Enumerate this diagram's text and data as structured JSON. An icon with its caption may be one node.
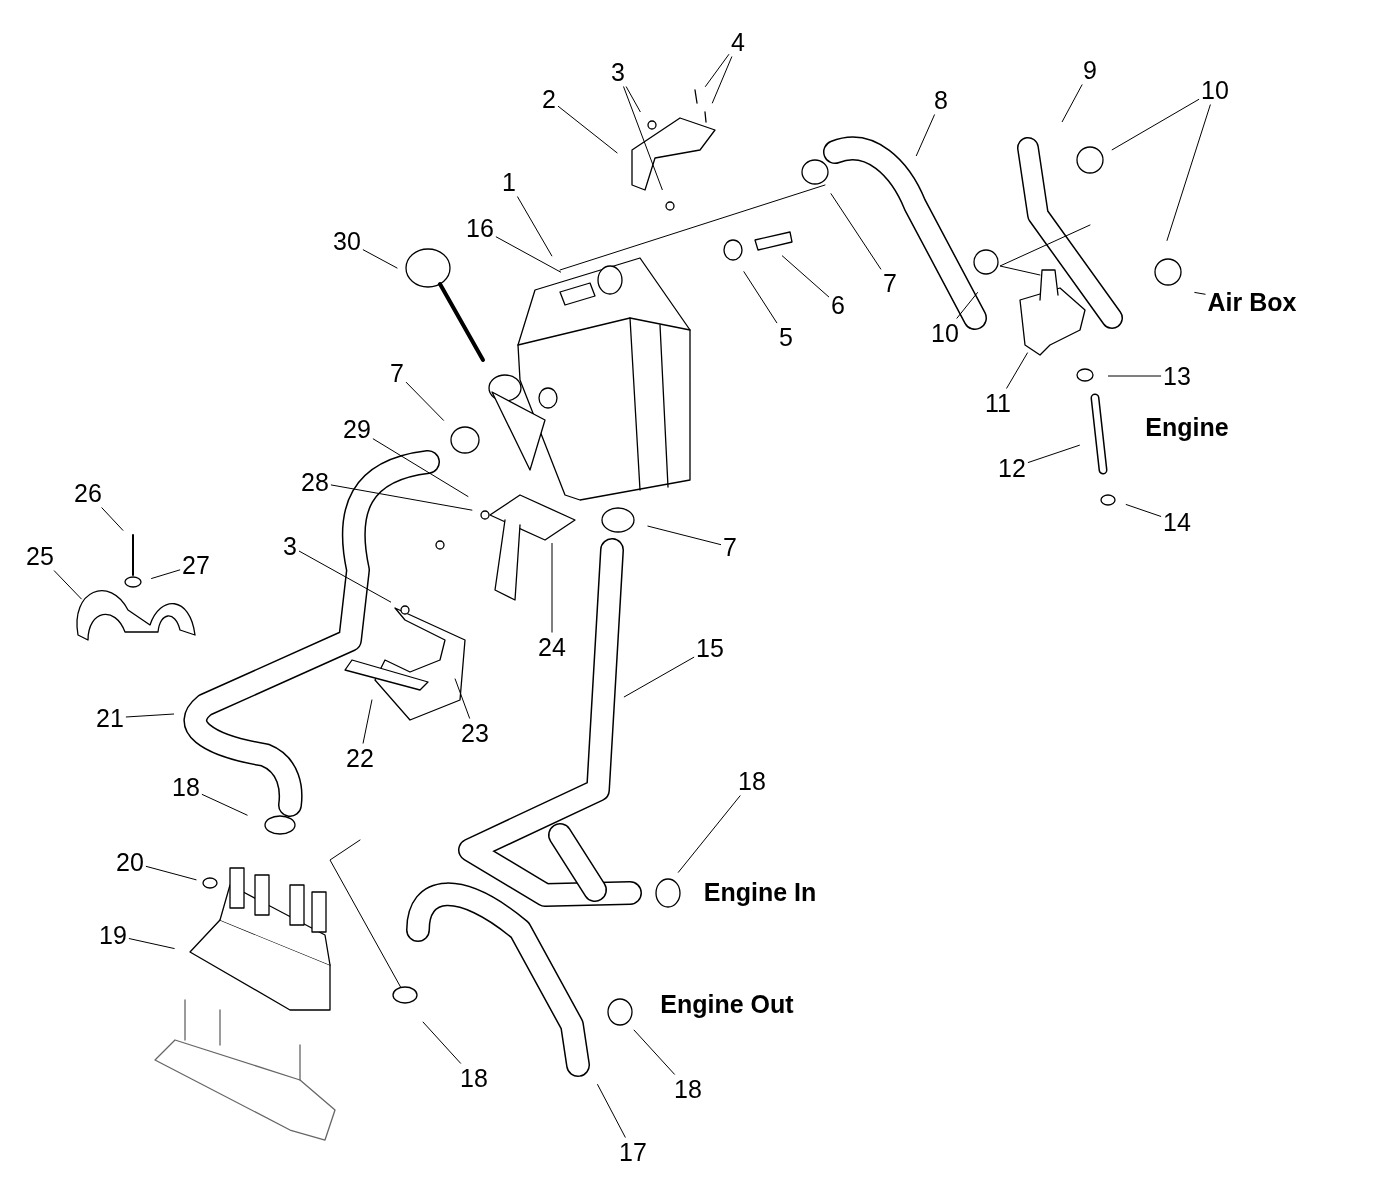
{
  "diagram": {
    "nodes": [
      {
        "text": [
          "4"
        ]
      },
      {
        "text": [
          "3"
        ]
      },
      {
        "text": [
          "2"
        ]
      },
      {
        "text": [
          "8"
        ]
      },
      {
        "text": [
          "9"
        ]
      },
      {
        "text": [
          "10"
        ]
      },
      {
        "text": [
          "1"
        ]
      },
      {
        "text": [
          "16"
        ]
      },
      {
        "text": [
          "30"
        ]
      },
      {
        "text": [
          "7"
        ]
      },
      {
        "text": [
          "6"
        ]
      },
      {
        "text": [
          "5"
        ]
      },
      {
        "text": [
          "10"
        ]
      },
      {
        "text": [
          "Air Box"
        ]
      },
      {
        "text": [
          "11"
        ]
      },
      {
        "text": [
          "13"
        ]
      },
      {
        "text": [
          "7"
        ]
      },
      {
        "text": [
          "29"
        ]
      },
      {
        "text": [
          "28"
        ]
      },
      {
        "text": [
          "12"
        ]
      },
      {
        "text": [
          "14"
        ]
      },
      {
        "text": [
          "7"
        ]
      },
      {
        "text": [
          "26"
        ]
      },
      {
        "text": [
          "27"
        ]
      },
      {
        "text": [
          "25"
        ]
      },
      {
        "text": [
          "3"
        ]
      },
      {
        "text": [
          "24"
        ]
      },
      {
        "text": [
          "15"
        ]
      },
      {
        "text": [
          "21"
        ]
      },
      {
        "text": [
          "22"
        ]
      },
      {
        "text": [
          "23"
        ]
      },
      {
        "text": [
          "18"
        ]
      },
      {
        "text": [
          "18"
        ]
      },
      {
        "text": [
          "20"
        ]
      },
      {
        "text": [
          "19"
        ]
      },
      {
        "text": [
          "18"
        ]
      },
      {
        "text": [
          "18"
        ]
      },
      {
        "text": [
          "17"
        ]
      }
    ],
    "edges": [
      {
        "from": 0,
        "to": null,
        "arrow": "none"
      },
      {
        "from": 0,
        "to": null,
        "arrow": "none"
      },
      {
        "from": 1,
        "to": null,
        "arrow": "none"
      },
      {
        "from": 1,
        "to": null,
        "arrow": "none"
      },
      {
        "from": 2,
        "to": null,
        "arrow": "none"
      },
      {
        "from": 3,
        "to": null,
        "arrow": "none"
      },
      {
        "from": 4,
        "to": null,
        "arrow": "none"
      },
      {
        "from": 5,
        "to": null,
        "arrow": "none"
      },
      {
        "from": 5,
        "to": null,
        "arrow": "none"
      },
      {
        "from": 6,
        "to": null,
        "arrow": "none"
      },
      {
        "from": 7,
        "to": null,
        "arrow": "none"
      },
      {
        "from": 8,
        "to": null,
        "arrow": "none"
      },
      {
        "from": 9,
        "to": null,
        "arrow": "none"
      },
      {
        "from": 10,
        "to": null,
        "arrow": "none"
      },
      {
        "from": 11,
        "to": null,
        "arrow": "none"
      },
      {
        "from": 12,
        "to": null,
        "arrow": "none"
      },
      {
        "from": 13,
        "to": null,
        "arrow": "none"
      },
      {
        "from": 14,
        "to": null,
        "arrow": "none"
      },
      {
        "from": 15,
        "to": null,
        "arrow": "none"
      },
      {
        "from": 16,
        "to": null,
        "arrow": "none"
      },
      {
        "from": 17,
        "to": null,
        "arrow": "none"
      },
      {
        "from": 18,
        "to": null,
        "arrow": "none"
      },
      {
        "from": 19,
        "to": null,
        "arrow": "none"
      },
      {
        "from": 20,
        "to": null,
        "arrow": "none"
      },
      {
        "from": 21,
        "to": null,
        "arrow": "none"
      },
      {
        "from": 22,
        "to": null,
        "arrow": "none"
      },
      {
        "from": 23,
        "to": null,
        "arrow": "none"
      },
      {
        "from": 24,
        "to": null,
        "arrow": "none"
      },
      {
        "from": 25,
        "to": null,
        "arrow": "none"
      },
      {
        "from": 26,
        "to": null,
        "arrow": "none"
      },
      {
        "from": 27,
        "to": null,
        "arrow": "none"
      },
      {
        "from": 28,
        "to": null,
        "arrow": "none"
      },
      {
        "from": 29,
        "to": null,
        "arrow": "none"
      },
      {
        "from": 30,
        "to": null,
        "arrow": "none"
      },
      {
        "from": 31,
        "to": null,
        "arrow": "none"
      },
      {
        "from": 32,
        "to": null,
        "arrow": "none"
      },
      {
        "from": 33,
        "to": null,
        "arrow": "none"
      },
      {
        "from": 34,
        "to": null,
        "arrow": "none"
      },
      {
        "from": 35,
        "to": null,
        "arrow": "none"
      },
      {
        "from": 36,
        "to": null,
        "arrow": "none"
      },
      {
        "from": 37,
        "to": null,
        "arrow": "none"
      }
    ],
    "labels": [
      "Engine",
      "Engine In",
      "Engine Out"
    ]
  }
}
